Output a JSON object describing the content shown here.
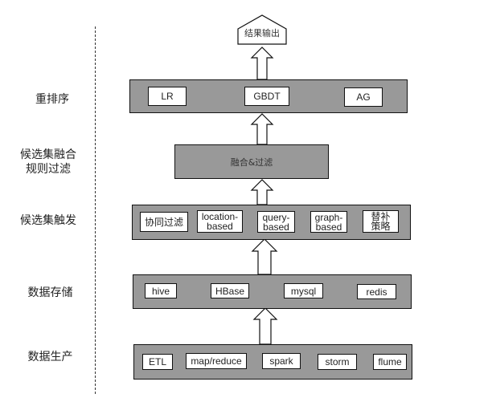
{
  "output": {
    "label": "结果输出"
  },
  "layers": [
    {
      "key": "rerank",
      "side_label": "重排序",
      "items": [
        "LR",
        "GBDT",
        "AG"
      ]
    },
    {
      "key": "fusion",
      "side_label": "候选集融合\n规则过滤",
      "center_text": "融合&过滤"
    },
    {
      "key": "trigger",
      "side_label": "候选集触发",
      "items": [
        "协同过滤",
        "location-\nbased",
        "query-\nbased",
        "graph-\nbased",
        "替补\n策略"
      ]
    },
    {
      "key": "storage",
      "side_label": "数据存储",
      "items": [
        "hive",
        "HBase",
        "mysql",
        "redis"
      ]
    },
    {
      "key": "production",
      "side_label": "数据生产",
      "items": [
        "ETL",
        "map/reduce",
        "spark",
        "storm",
        "flume"
      ]
    }
  ],
  "colors": {
    "layer_fill": "#999999",
    "item_fill": "#ffffff",
    "stroke": "#111111"
  }
}
